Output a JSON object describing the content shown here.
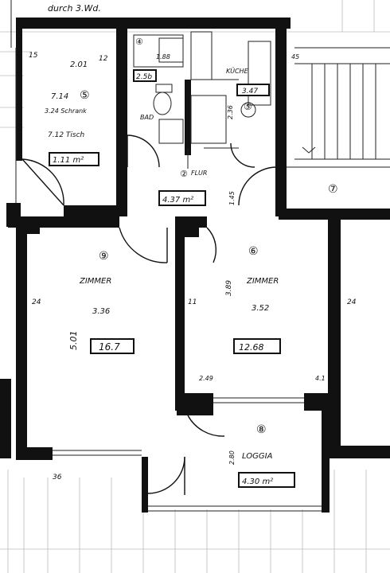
{
  "header_note": "durch 3.Wd.",
  "rooms": [
    {
      "key": "left_room",
      "number": "⑤",
      "lines": [
        "7.14",
        "3.24 Schrank",
        "7.12 Tisch"
      ],
      "area": "1.11 m²"
    },
    {
      "key": "bath",
      "number": "④",
      "label": "BAD",
      "area": "2.5b"
    },
    {
      "key": "kitchen",
      "number": "⑤",
      "label": "KÜCHE",
      "area": "3.47"
    },
    {
      "key": "hall",
      "number": "②",
      "label": "FLUR",
      "area": "4.37 m²"
    },
    {
      "key": "room_right_top",
      "number": "⑦"
    },
    {
      "key": "living",
      "number": "⑨",
      "label": "ZIMMER",
      "area": "16.7"
    },
    {
      "key": "bedroom",
      "number": "⑥",
      "label": "ZIMMER",
      "area": "12.68"
    },
    {
      "key": "loggia",
      "number": "⑧",
      "label": "LOGGIA",
      "area": "4.30 m²"
    }
  ],
  "dimensions": {
    "d201": "2.01",
    "d15": "15",
    "d12": "12",
    "d188": "1.88",
    "d236": "2.36",
    "d145": "1.45",
    "d24_left": "24",
    "d11": "11",
    "d24_right": "24",
    "d336": "3.36",
    "d501": "5.01",
    "d352": "3.52",
    "d389": "3.89",
    "d249": "2.49",
    "d36": "36",
    "d280": "2.80",
    "d45": "45",
    "d41": "4.1"
  }
}
